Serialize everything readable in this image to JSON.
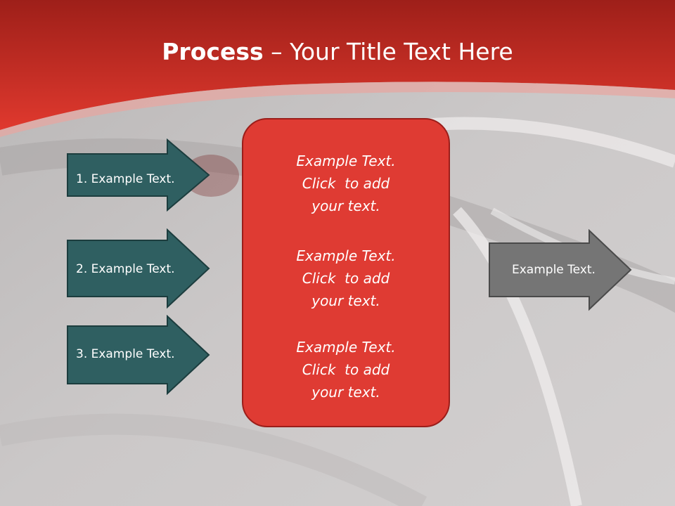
{
  "title": {
    "bold": "Process",
    "dash": " – ",
    "rest": "Your Title Text Here"
  },
  "left_steps": [
    {
      "label": "1. Example Text."
    },
    {
      "label": "2. Example Text."
    },
    {
      "label": "3. Example Text."
    }
  ],
  "center_box": {
    "blocks": [
      {
        "lines": [
          "Example Text.",
          "Click  to add",
          "your text."
        ]
      },
      {
        "lines": [
          "Example Text.",
          "Click  to add",
          "your text."
        ]
      },
      {
        "lines": [
          "Example Text.",
          "Click  to add",
          "your text."
        ]
      }
    ]
  },
  "output_arrow": {
    "label": "Example Text."
  },
  "colors": {
    "header_red": "#c8281f",
    "step_arrow_fill": "#2f5f61",
    "center_box_fill": "#df3b33",
    "output_arrow_fill": "#757575"
  }
}
